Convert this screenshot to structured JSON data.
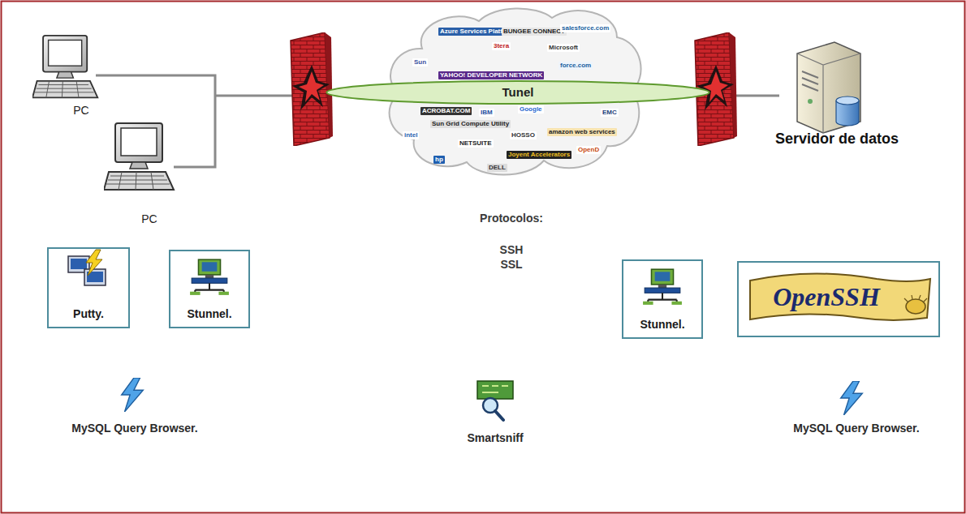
{
  "diagram": {
    "nodes": [
      {
        "text": [
          "Azure Services Platform",
          "BUNGEE CONNECT",
          "salesforce.com",
          "3tera",
          "Microsoft",
          "Sun",
          "force.com",
          "YAHOO! DEVELOPER NETWORK",
          "ACROBAT.COM",
          "IBM",
          "Google",
          "EMC",
          "Sun Grid Compute Utility",
          "intel",
          "HOSSO",
          "amazon web services",
          "NETSUITE",
          "Joyent Accelerators",
          "OpenD",
          "hp",
          "DELL"
        ]
      },
      {
        "text": [
          "Tunel"
        ]
      },
      {
        "text": [
          "Putty."
        ]
      },
      {
        "text": [
          "Stunnel."
        ]
      },
      {
        "text": [
          "Stunnel."
        ]
      },
      {
        "text": [
          "OpenSSH"
        ]
      }
    ],
    "labels": [
      "PC",
      "PC",
      "Servidor de datos",
      "Protocolos:",
      "SSH",
      "SSL",
      "MySQL Query Browser.",
      "Smartsniff",
      "MySQL Query Browser."
    ]
  }
}
